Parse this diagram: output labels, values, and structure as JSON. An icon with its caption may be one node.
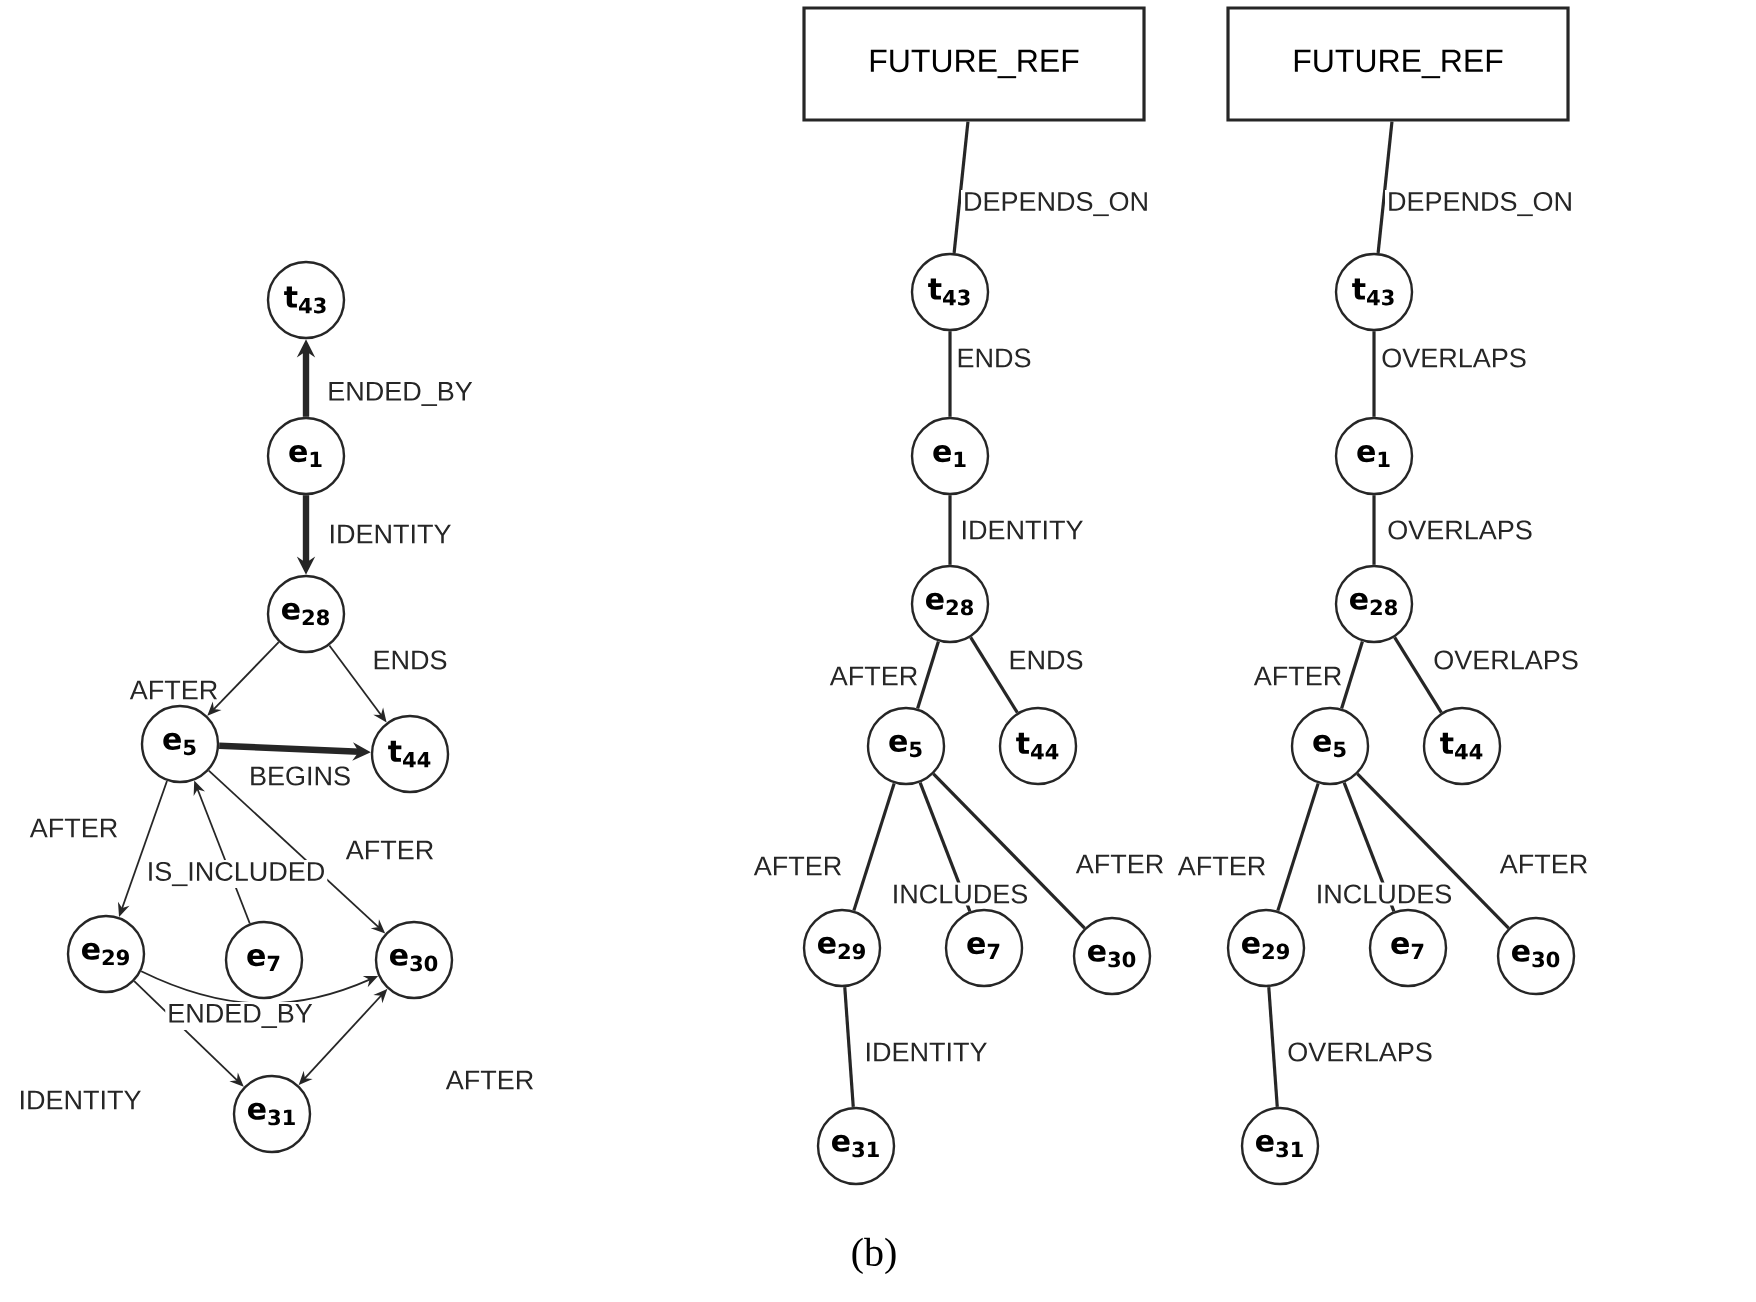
{
  "diagram": {
    "caption": "(b)",
    "nodes": [
      {
        "text": [
          "t$_{43}$"
        ]
      },
      {
        "text": [
          "e$_{1}$"
        ]
      },
      {
        "text": [
          "e$_{28}$"
        ]
      },
      {
        "text": [
          "e$_{5}$"
        ]
      },
      {
        "text": [
          "t$_{44}$"
        ]
      },
      {
        "text": [
          "e$_{29}$"
        ]
      },
      {
        "text": [
          "e$_{7}$"
        ]
      },
      {
        "text": [
          "e$_{30}$"
        ]
      },
      {
        "text": [
          "e$_{31}$"
        ]
      },
      {
        "text": [
          "FUTURE_REF"
        ]
      },
      {
        "text": [
          "t$_{43}$"
        ]
      },
      {
        "text": [
          "e$_{1}$"
        ]
      },
      {
        "text": [
          "e$_{28}$"
        ]
      },
      {
        "text": [
          "e$_{5}$"
        ]
      },
      {
        "text": [
          "t$_{44}$"
        ]
      },
      {
        "text": [
          "e$_{29}$"
        ]
      },
      {
        "text": [
          "e$_{7}$"
        ]
      },
      {
        "text": [
          "e$_{30}$"
        ]
      },
      {
        "text": [
          "e$_{31}$"
        ]
      },
      {
        "text": [
          "FUTURE_REF"
        ]
      },
      {
        "text": [
          "t$_{43}$"
        ]
      },
      {
        "text": [
          "e$_{1}$"
        ]
      },
      {
        "text": [
          "e$_{28}$"
        ]
      },
      {
        "text": [
          "e$_{5}$"
        ]
      },
      {
        "text": [
          "t$_{44}$"
        ]
      },
      {
        "text": [
          "e$_{29}$"
        ]
      },
      {
        "text": [
          "e$_{7}$"
        ]
      },
      {
        "text": [
          "e$_{30}$"
        ]
      },
      {
        "text": [
          "e$_{31}$"
        ]
      }
    ],
    "edges": [
      {
        "from": 1,
        "to": 0,
        "arrow": "to",
        "label": "ENDED_BY",
        "style": "thick"
      },
      {
        "from": 1,
        "to": 2,
        "arrow": "to",
        "label": "IDENTITY",
        "style": "thick"
      },
      {
        "from": 2,
        "to": 3,
        "arrow": "to",
        "label": "AFTER"
      },
      {
        "from": 2,
        "to": 4,
        "arrow": "to",
        "label": "ENDS"
      },
      {
        "from": 3,
        "to": 4,
        "arrow": "to",
        "label": "BEGINS",
        "style": "thick"
      },
      {
        "from": 3,
        "to": 5,
        "arrow": "to",
        "label": "AFTER"
      },
      {
        "from": 6,
        "to": 3,
        "arrow": "to",
        "label": "IS_INCLUDED"
      },
      {
        "from": 3,
        "to": 7,
        "arrow": "to",
        "label": "AFTER"
      },
      {
        "from": 5,
        "to": 7,
        "arrow": "to",
        "label": "ENDED_BY"
      },
      {
        "from": 5,
        "to": 8,
        "arrow": "to",
        "label": "IDENTITY"
      },
      {
        "from": 7,
        "to": 8,
        "arrow": "both",
        "label": "AFTER"
      },
      {
        "from": 9,
        "to": 10,
        "arrow": "none",
        "label": "DEPENDS_ON"
      },
      {
        "from": 10,
        "to": 11,
        "arrow": "none",
        "label": "ENDS"
      },
      {
        "from": 11,
        "to": 12,
        "arrow": "none",
        "label": "IDENTITY"
      },
      {
        "from": 12,
        "to": 13,
        "arrow": "none",
        "label": "AFTER"
      },
      {
        "from": 12,
        "to": 14,
        "arrow": "none",
        "label": "ENDS"
      },
      {
        "from": 13,
        "to": 15,
        "arrow": "none",
        "label": "AFTER"
      },
      {
        "from": 13,
        "to": 16,
        "arrow": "none",
        "label": "INCLUDES"
      },
      {
        "from": 13,
        "to": 17,
        "arrow": "none",
        "label": "AFTER"
      },
      {
        "from": 15,
        "to": 18,
        "arrow": "none",
        "label": "IDENTITY"
      },
      {
        "from": 19,
        "to": 20,
        "arrow": "none",
        "label": "DEPENDS_ON"
      },
      {
        "from": 20,
        "to": 21,
        "arrow": "none",
        "label": "OVERLAPS"
      },
      {
        "from": 21,
        "to": 22,
        "arrow": "none",
        "label": "OVERLAPS"
      },
      {
        "from": 22,
        "to": 23,
        "arrow": "none",
        "label": "AFTER"
      },
      {
        "from": 22,
        "to": 24,
        "arrow": "none",
        "label": "OVERLAPS"
      },
      {
        "from": 23,
        "to": 25,
        "arrow": "none",
        "label": "AFTER"
      },
      {
        "from": 23,
        "to": 26,
        "arrow": "none",
        "label": "INCLUDES"
      },
      {
        "from": 23,
        "to": 27,
        "arrow": "none",
        "label": "AFTER"
      },
      {
        "from": 25,
        "to": 28,
        "arrow": "none",
        "label": "OVERLAPS"
      }
    ]
  }
}
